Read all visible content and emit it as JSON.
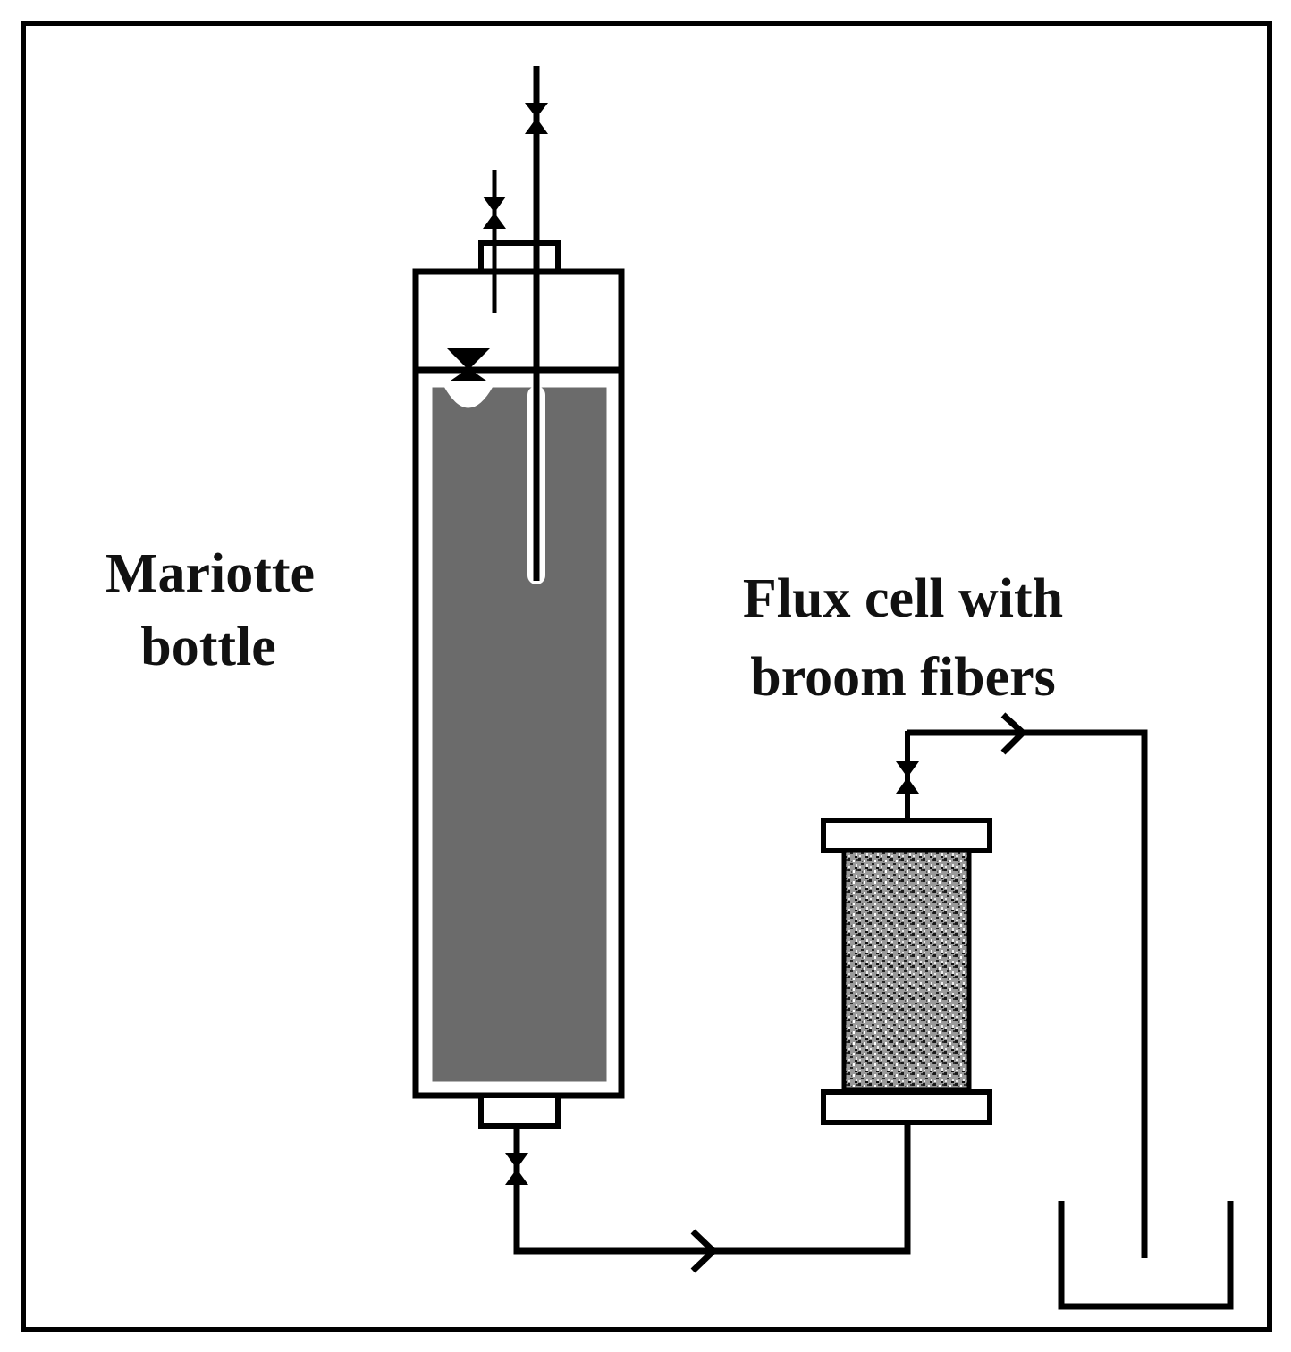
{
  "labels": {
    "mariotte_line1": "Mariotte",
    "mariotte_line2": "bottle",
    "flux_line1": "Flux cell with",
    "flux_line2": "broom fibers"
  },
  "colors": {
    "frame": "#000000",
    "water": "#6b6b6b",
    "fibers": "#8a8a8a",
    "background": "#ffffff"
  }
}
